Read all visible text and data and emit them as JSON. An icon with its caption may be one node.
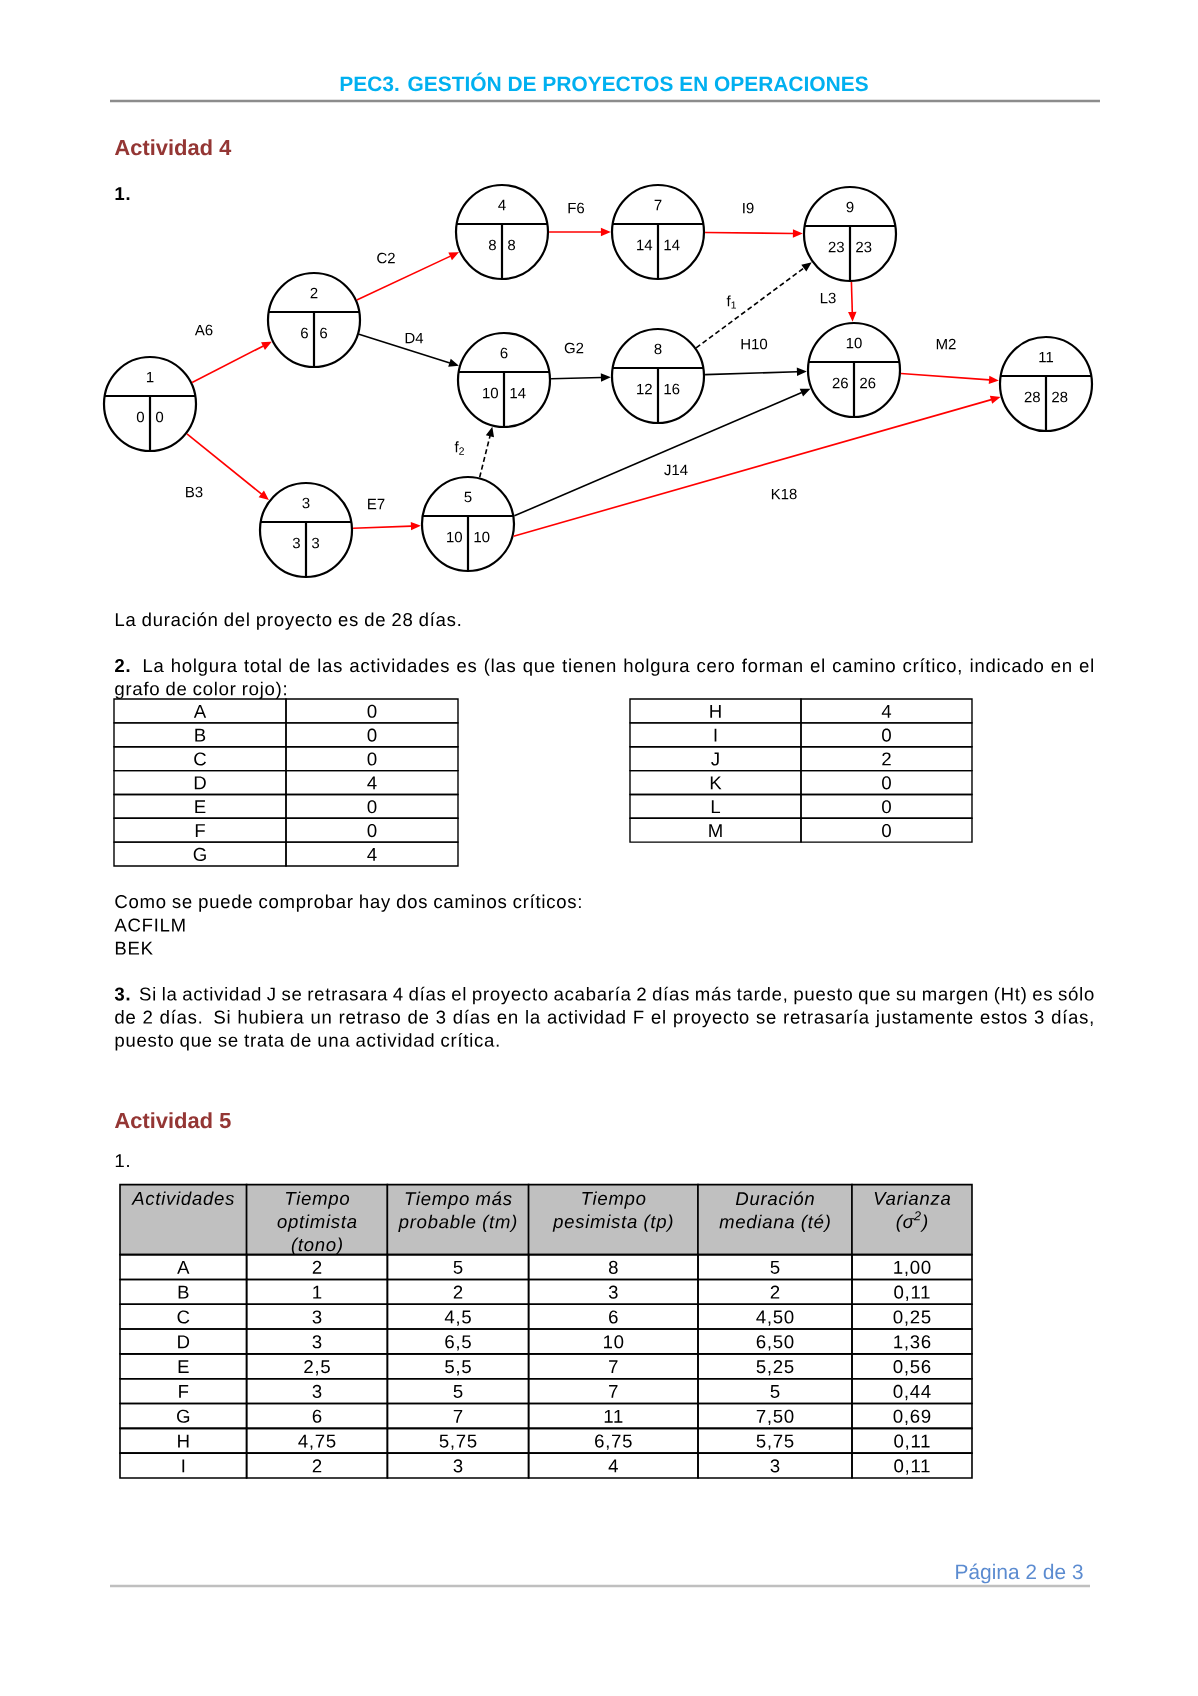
{
  "diagram": {
    "title": "PEC3. GESTIÓN DE PROYECTOS EN OPERACIONES",
    "nodes": [
      {
        "text": [
          "1",
          "0",
          "0"
        ]
      },
      {
        "text": [
          "2",
          "6",
          "6"
        ]
      },
      {
        "text": [
          "3",
          "3",
          "3"
        ]
      },
      {
        "text": [
          "4",
          "8",
          "8"
        ]
      },
      {
        "text": [
          "5",
          "10",
          "10"
        ]
      },
      {
        "text": [
          "6",
          "10",
          "14"
        ]
      },
      {
        "text": [
          "7",
          "14",
          "14"
        ]
      },
      {
        "text": [
          "8",
          "12",
          "16"
        ]
      },
      {
        "text": [
          "9",
          "23",
          "23"
        ]
      },
      {
        "text": [
          "10",
          "26",
          "26"
        ]
      },
      {
        "text": [
          "11",
          "28",
          "28"
        ]
      }
    ],
    "edges": [
      {
        "from": 0,
        "to": 1,
        "arrow": "to",
        "label": "A6"
      },
      {
        "from": 0,
        "to": 2,
        "arrow": "to",
        "label": "B3"
      },
      {
        "from": 1,
        "to": 3,
        "arrow": "to",
        "label": "C2"
      },
      {
        "from": 1,
        "to": 5,
        "arrow": "to",
        "label": "D4",
        "color": "#000000"
      },
      {
        "from": 2,
        "to": 4,
        "arrow": "to",
        "label": "E7"
      },
      {
        "from": 3,
        "to": 6,
        "arrow": "to",
        "label": "F6"
      },
      {
        "from": 4,
        "to": 5,
        "arrow": "to",
        "label": "f$_{2}$",
        "style": "dashed",
        "color": "#000000"
      },
      {
        "from": 5,
        "to": 7,
        "arrow": "to",
        "label": "G2",
        "color": "#000000"
      },
      {
        "from": 6,
        "to": 8,
        "arrow": "to",
        "label": "I9"
      },
      {
        "from": 7,
        "to": 8,
        "arrow": "to",
        "label": "f$_{1}$",
        "style": "dashed",
        "color": "#000000"
      },
      {
        "from": 7,
        "to": 9,
        "arrow": "to",
        "label": "H10",
        "color": "#000000"
      },
      {
        "from": 8,
        "to": 9,
        "arrow": "to",
        "label": "L3"
      },
      {
        "from": 4,
        "to": 9,
        "arrow": "to",
        "label": "J14",
        "color": "#000000"
      },
      {
        "from": 4,
        "to": 10,
        "arrow": "to",
        "label": "K18"
      },
      {
        "from": 9,
        "to": 10,
        "arrow": "to",
        "label": "M2"
      }
    ],
    "labels": [
      "Actividad 4",
      "1.",
      "La duración del proyecto es de 28 días.",
      "**2.** La holgura total de las actividades es (las que tienen holgura cero forman el camino crítico, indicado en el grafo de color rojo):",
      "A",
      "0",
      "B",
      "0",
      "C",
      "0",
      "D",
      "4",
      "E",
      "0",
      "F",
      "0",
      "G",
      "4",
      "H",
      "4",
      "I",
      "0",
      "J",
      "2",
      "K",
      "0",
      "L",
      "0",
      "M",
      "0",
      "Como se puede comprobar hay dos caminos críticos:",
      "ACFILM",
      "BEK",
      "**3.** Si la actividad J se retrasara 4 días el proyecto acabaría 2 días más tarde, puesto que su margen (Ht) es sólo de 2 días. Si hubiera un retraso de 3 días en la actividad F el proyecto se retrasaría justamente estos 3 días, puesto que se trata de una actividad crítica.",
      "Actividad 5",
      "1.",
      "Actividades",
      "Tiempo optimista (tono)",
      "Tiempo más probable (tm)",
      "Tiempo pesimista (tp)",
      "Duración mediana (té)",
      "Varianza (σ$^{2}$)",
      "A",
      "2",
      "5",
      "8",
      "5",
      "1,00",
      "B",
      "1",
      "2",
      "3",
      "2",
      "0,11",
      "C",
      "3",
      "4,5",
      "6",
      "4,50",
      "0,25",
      "D",
      "3",
      "6,5",
      "10",
      "6,50",
      "1,36",
      "E",
      "2,5",
      "5,5",
      "7",
      "5,25",
      "0,56",
      "F",
      "3",
      "5",
      "7",
      "5",
      "0,44",
      "G",
      "6",
      "7",
      "11",
      "7,50",
      "0,69",
      "H",
      "4,75",
      "5,75",
      "6,75",
      "5,75",
      "0,11",
      "I",
      "2",
      "3",
      "4",
      "3",
      "0,11",
      "Página 2 de 3"
    ]
  }
}
